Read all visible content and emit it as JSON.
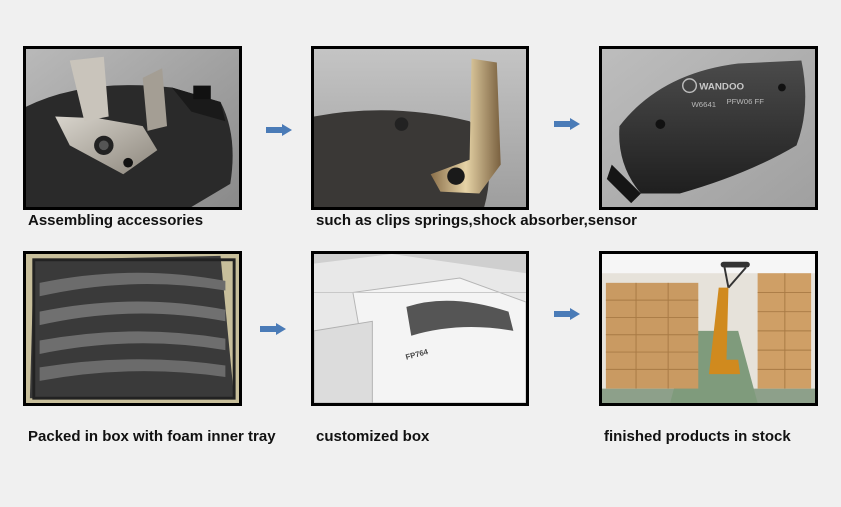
{
  "steps": [
    {
      "caption": "Assembling accessories"
    },
    {
      "caption": "such as clips springs,shock absorber,sensor"
    },
    {
      "caption": ""
    },
    {
      "caption": "Packed in box with foam inner tray"
    },
    {
      "caption": "customized box"
    },
    {
      "caption": "finished products in stock"
    }
  ],
  "pad_marking": {
    "brand": "WANDOO",
    "code_left": "W6641",
    "code_right": "PFW06 FF"
  },
  "box_label": {
    "code": "FP764"
  },
  "colors": {
    "arrow": "#4a7bb7",
    "border": "#000000",
    "background": "#f0f0f0"
  }
}
